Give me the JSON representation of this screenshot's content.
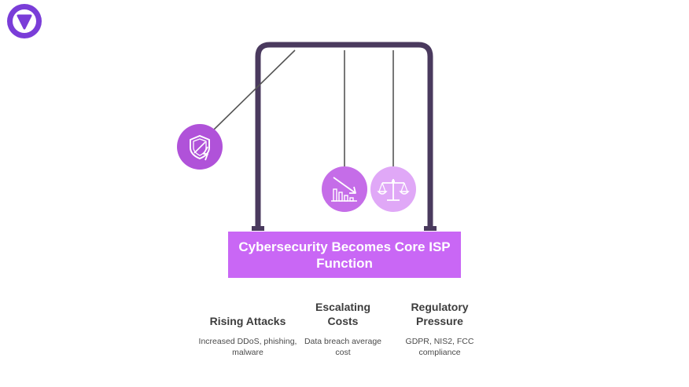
{
  "banner": {
    "title": "Cybersecurity Becomes Core ISP Function"
  },
  "columns": [
    {
      "title": "Rising Attacks",
      "desc": "Increased DDoS, phishing, malware",
      "icon": "shield-lightning-icon"
    },
    {
      "title": "Escalating Costs",
      "desc": "Data breach average cost",
      "icon": "declining-chart-icon"
    },
    {
      "title": "Regulatory Pressure",
      "desc": "GDPR, NIS2, FCC compliance",
      "icon": "scales-icon"
    }
  ],
  "colors": {
    "frame": "#4a3a5e",
    "banner": "#c967f5",
    "ball_dark": "#b052d9",
    "ball_mid": "#c56de8",
    "ball_light": "#e0a8f7",
    "logo": "#7a3dd8",
    "string": "#555555"
  }
}
